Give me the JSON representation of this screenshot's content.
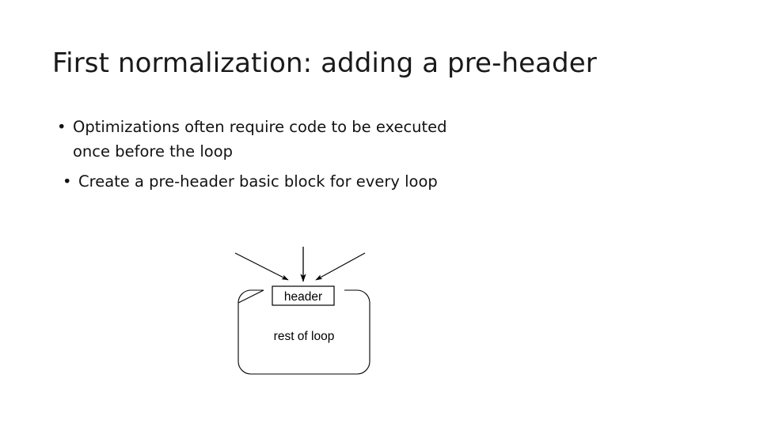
{
  "slide": {
    "title": "First normalization: adding a pre-header",
    "bullet_glyph": "•",
    "bullets": [
      {
        "text": "Optimizations often require code to be executed\nonce before the loop"
      },
      {
        "text": "Create a pre-header basic block for every loop"
      }
    ],
    "diagram": {
      "name": "loop-with-preheader-diagram",
      "header_block_label": "header",
      "loop_body_label": "rest of loop",
      "incoming_edges": 3,
      "colors": {
        "stroke": "#000000",
        "text": "#000000",
        "background": "#ffffff"
      }
    },
    "colors": {
      "background": "#ffffff",
      "title_text": "#1a1a1a",
      "body_text": "#121212"
    }
  }
}
